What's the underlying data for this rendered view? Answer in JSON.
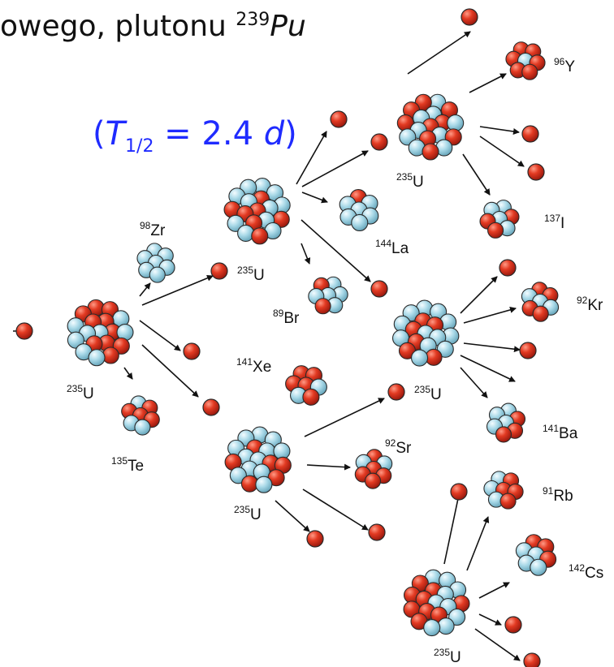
{
  "header": {
    "title_text": "owego, plutonu",
    "title_mass": "239",
    "title_symbol": "Pu",
    "halflife_open": "(",
    "halflife_T": "T",
    "halflife_sub": "1/2",
    "halflife_eq": " = 2.4 ",
    "halflife_unit": "d",
    "halflife_close": ")"
  },
  "colors": {
    "proton": "#e23a22",
    "neutron": "#a9d9e8",
    "outline": "#2a2a2a",
    "arrow": "#111111",
    "halflife_text": "#1f2bff"
  },
  "labels": {
    "u235": {
      "mass": "235",
      "symbol": "U"
    },
    "zr98": {
      "mass": "98",
      "symbol": "Zr"
    },
    "te135": {
      "mass": "135",
      "symbol": "Te"
    },
    "la144": {
      "mass": "144",
      "symbol": "La"
    },
    "br89": {
      "mass": "89",
      "symbol": "Br"
    },
    "xe141": {
      "mass": "141",
      "symbol": "Xe"
    },
    "sr92": {
      "mass": "92",
      "symbol": "Sr"
    },
    "y96": {
      "mass": "96",
      "symbol": "Y"
    },
    "i137": {
      "mass": "137",
      "symbol": "I"
    },
    "kr92": {
      "mass": "92",
      "symbol": "Kr"
    },
    "ba141": {
      "mass": "141",
      "symbol": "Ba"
    },
    "rb91": {
      "mass": "91",
      "symbol": "Rb"
    },
    "cs142": {
      "mass": "142",
      "symbol": "Cs"
    }
  }
}
